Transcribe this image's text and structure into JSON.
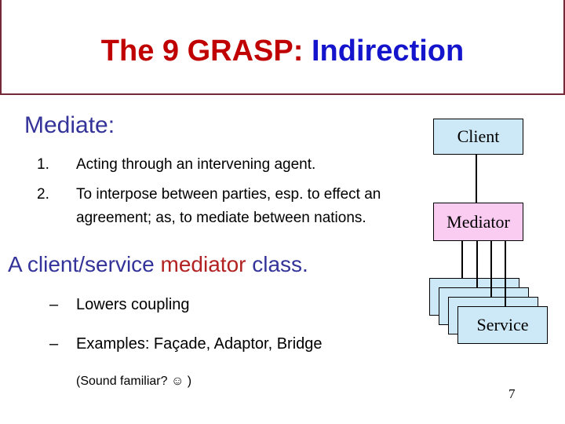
{
  "title": {
    "prefix": "The 9 GRASP:",
    "highlight": "Indirection"
  },
  "heading": "Mediate:",
  "numbered_items": [
    {
      "number": "1.",
      "line1": "Acting through an intervening agent.",
      "line2": ""
    },
    {
      "number": "2.",
      "line1": "To interpose between parties, esp. to effect an",
      "line2": "agreement; as, to mediate between nations."
    }
  ],
  "subheading": {
    "pre": "A client/service",
    "em": "mediator",
    "post": "class."
  },
  "dash_items": [
    {
      "dash": "–",
      "text": "Lowers coupling"
    },
    {
      "dash": "–",
      "text": "Examples: Façade, Adaptor, Bridge"
    }
  ],
  "note": "(Sound familiar? ☺ )",
  "diagram": {
    "client_label": "Client",
    "mediator_label": "Mediator",
    "service_label": "Service"
  },
  "page_number": "7",
  "colors": {
    "frame-maroon": "#742938",
    "title-red": "#C00000",
    "title-blue": "#1414CC",
    "heading-navy": "#333399",
    "em-red": "#B22222",
    "box-blue": "#CDE8F6",
    "box-pink": "#FACCF2",
    "ink": "#000000"
  }
}
